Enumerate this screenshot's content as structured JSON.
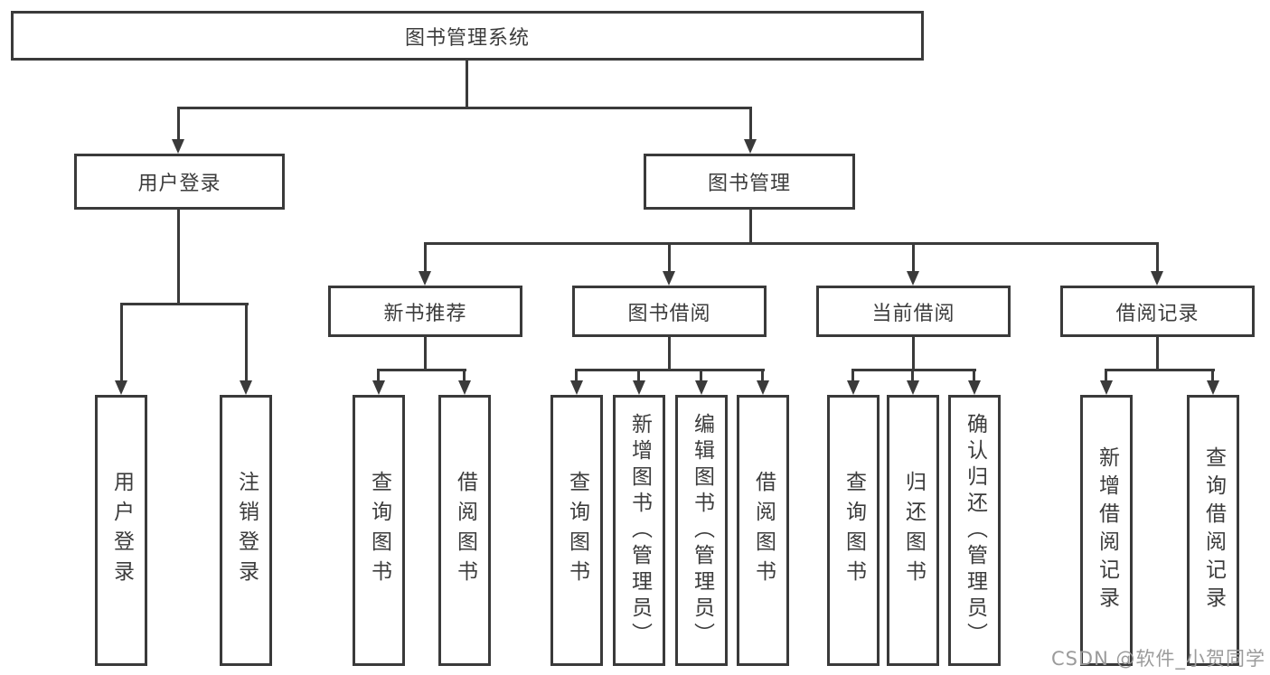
{
  "diagram": {
    "root": "图书管理系统",
    "level1": [
      "用户登录",
      "图书管理"
    ],
    "level2": [
      "新书推荐",
      "图书借阅",
      "当前借阅",
      "借阅记录"
    ],
    "leaves": {
      "user_login": [
        "用户登录",
        "注销登录"
      ],
      "new_book_recommend": [
        "查询图书",
        "借阅图书"
      ],
      "book_borrow": [
        "查询图书",
        "新增图书（管理员）",
        "编辑图书（管理员）",
        "借阅图书"
      ],
      "current_borrow": [
        "查询图书",
        "归还图书",
        "确认归还（管理员）"
      ],
      "borrow_record": [
        "新增借阅记录",
        "查询借阅记录"
      ]
    }
  },
  "watermark": "CSDN @软件_小贺同学",
  "colors": {
    "line": "#3a3a3a",
    "text": "#3c3c3c",
    "watermark": "#9b9b9b",
    "background": "#ffffff"
  }
}
